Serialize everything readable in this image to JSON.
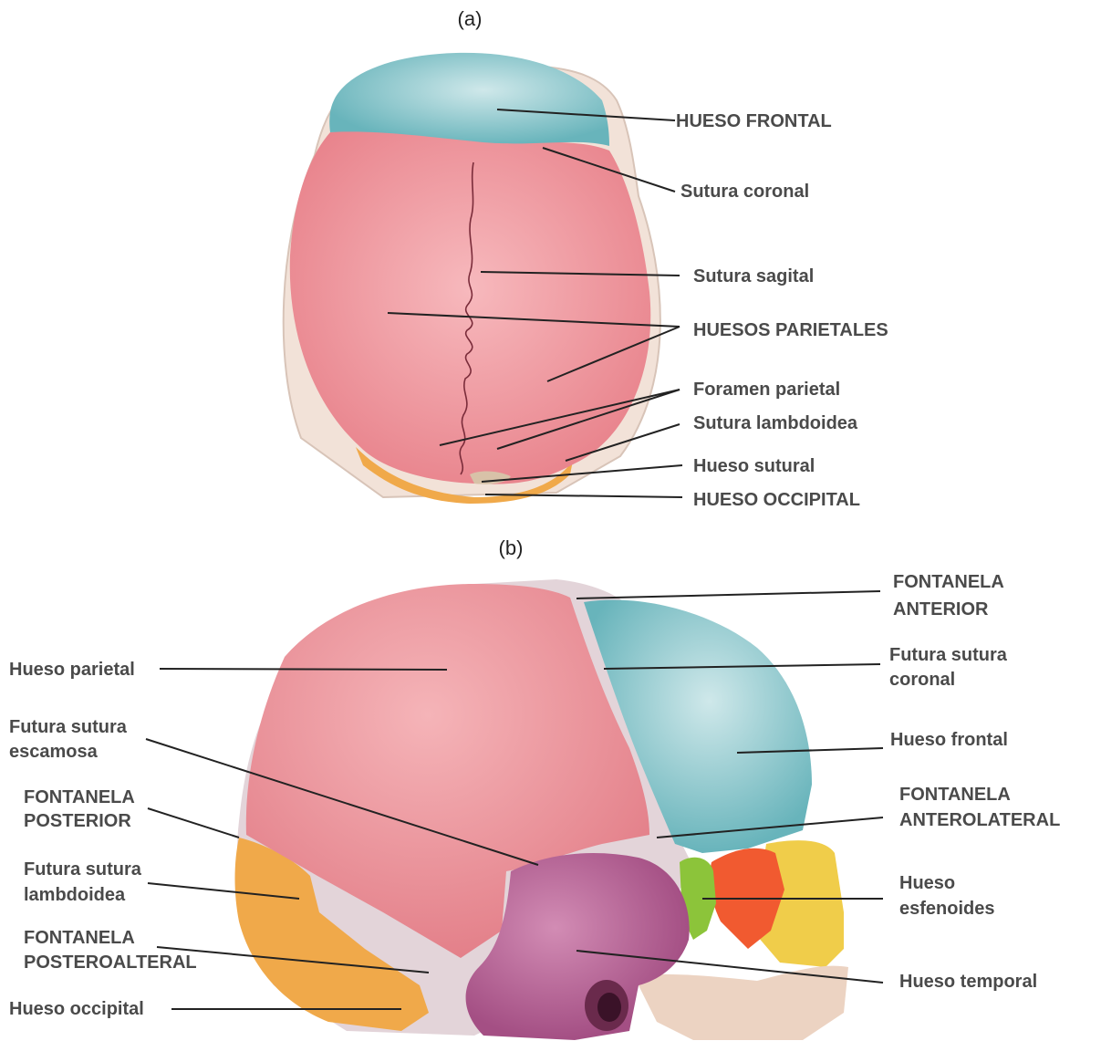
{
  "panel_a": {
    "caption": "(a)",
    "labels": {
      "hueso_frontal": "HUESO FRONTAL",
      "sutura_coronal": "Sutura coronal",
      "sutura_sagital": "Sutura sagital",
      "huesos_parietales": "HUESOS PARIETALES",
      "foramen_parietal": "Foramen  parietal",
      "sutura_lambdoidea": "Sutura lambdoidea",
      "hueso_sutural": "Hueso sutural",
      "hueso_occipital": "HUESO OCCIPITAL"
    }
  },
  "panel_b": {
    "caption": "(b)",
    "labels": {
      "fontanela_anterior_1": "FONTANELA",
      "fontanela_anterior_2": "ANTERIOR",
      "hueso_parietal": "Hueso parietal",
      "futura_sutura_coronal_1": "Futura sutura",
      "futura_sutura_coronal_2": "coronal",
      "futura_sutura_escamosa_1": "Futura sutura",
      "futura_sutura_escamosa_2": "escamosa",
      "hueso_frontal": "Hueso frontal",
      "fontanela_posterior_1": "FONTANELA",
      "fontanela_posterior_2": "POSTERIOR",
      "fontanela_anterolateral_1": "FONTANELA",
      "fontanela_anterolateral_2": "ANTEROLATERAL",
      "futura_sutura_lambdoidea_1": "Futura sutura",
      "futura_sutura_lambdoidea_2": "lambdoidea",
      "hueso_esfenoides_1": "Hueso",
      "hueso_esfenoides_2": "esfenoides",
      "fontanela_posteroalteral_1": "FONTANELA",
      "fontanela_posteroalteral_2": "POSTEROALTERAL",
      "hueso_temporal": "Hueso temporal",
      "hueso_occipital": "Hueso occipital"
    }
  },
  "colors": {
    "frontal": "#7cc3c9",
    "parietal": "#ec8f96",
    "occipital": "#f0a94a",
    "temporal": "#b85e93",
    "sphenoid": "#8cc43a",
    "fontanelle": "#e3d4d9",
    "mandible": "#ecd3c2",
    "zygomatic": "#f15a30",
    "maxilla": "#f0cd4a"
  }
}
